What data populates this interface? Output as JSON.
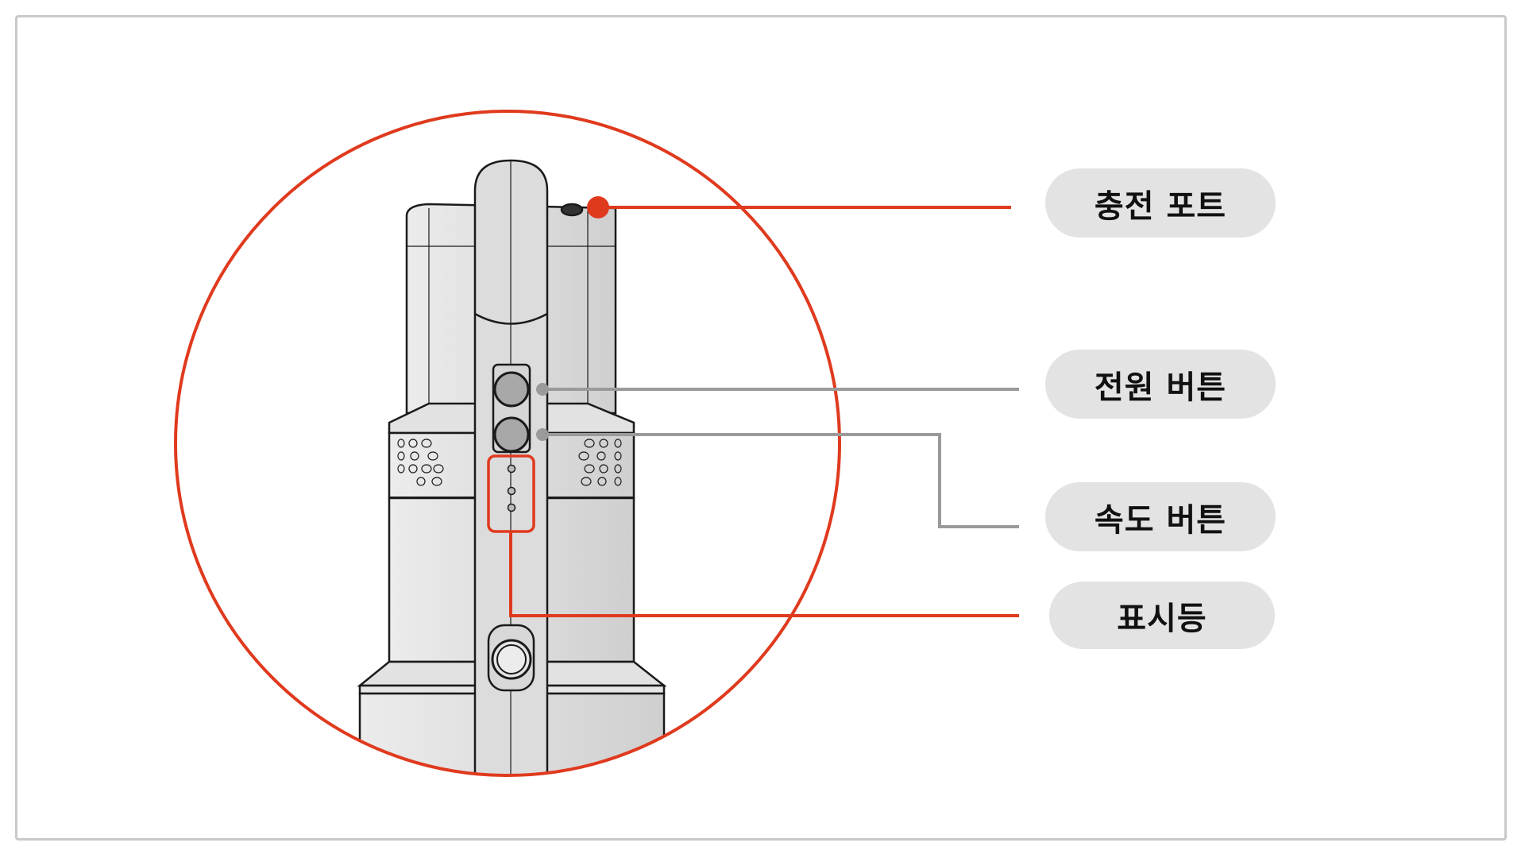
{
  "colors": {
    "accent_red": "#e03a1e",
    "leader_gray": "#9a9a9a",
    "label_bg": "#e3e3e3"
  },
  "labels": {
    "charging_port": "충전 포트",
    "power_button": "전원 버튼",
    "speed_button": "속도 버튼",
    "indicator": "표시등"
  }
}
